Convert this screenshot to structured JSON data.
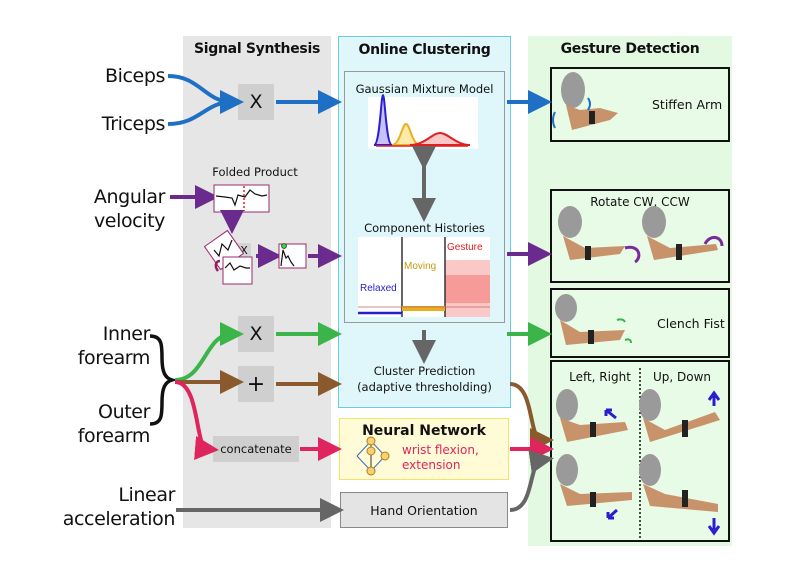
{
  "sections": {
    "signal_synthesis": "Signal Synthesis",
    "online_clustering": "Online Clustering",
    "gesture_detection": "Gesture Detection"
  },
  "inputs": {
    "biceps": "Biceps",
    "triceps": "Triceps",
    "angular_1": "Angular",
    "angular_2": "velocity",
    "inner_1": "Inner",
    "inner_2": "forearm",
    "outer_1": "Outer",
    "outer_2": "forearm",
    "linear_1": "Linear",
    "linear_2": "acceleration"
  },
  "operators": {
    "multiply_top": "X",
    "multiply_forearm": "X",
    "add_forearm": "+",
    "concatenate": "concatenate",
    "folded_product": "Folded Product",
    "folded_multiply": "X"
  },
  "clustering": {
    "gmm_title": "Gaussian Mixture Model",
    "histories_title": "Component Histories",
    "relaxed": "Relaxed",
    "moving": "Moving",
    "gesture": "Gesture",
    "prediction_1": "Cluster Prediction",
    "prediction_2": "(adaptive thresholding)"
  },
  "neural_network": {
    "title": "Neural Network",
    "label_1": "wrist flexion,",
    "label_2": "extension"
  },
  "hand_orientation": "Hand Orientation",
  "gestures": {
    "stiffen": "Stiffen Arm",
    "rotate": "Rotate CW, CCW",
    "clench": "Clench Fist",
    "left_right": "Left, Right",
    "up_down": "Up, Down"
  },
  "colors": {
    "blue": "#1f6fc4",
    "purple": "#6a2a8e",
    "green": "#3bb54a",
    "brown": "#8a5a2e",
    "pink": "#e0245e",
    "gray": "#666666",
    "gmm_blue": "#2a1fd0",
    "gmm_yellow": "#e8b020",
    "gmm_red": "#e02020"
  }
}
